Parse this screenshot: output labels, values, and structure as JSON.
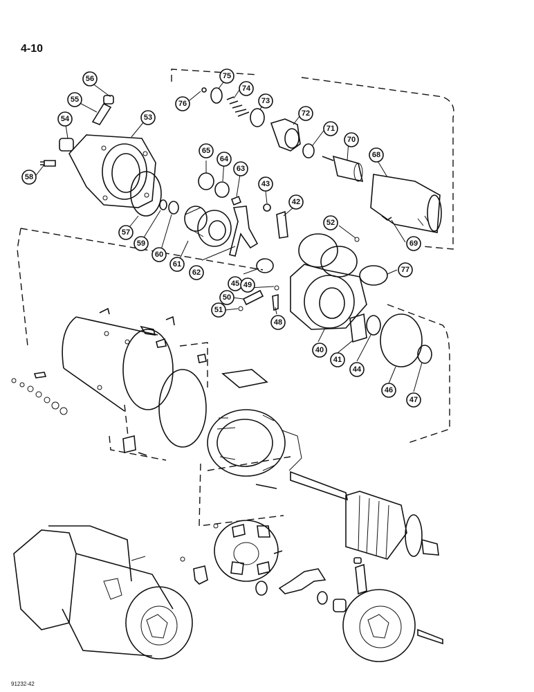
{
  "page_label": "4-10",
  "figure_code": "91232-42",
  "callouts": [
    "40",
    "41",
    "42",
    "43",
    "44",
    "45",
    "46",
    "47",
    "48",
    "49",
    "50",
    "51",
    "52",
    "53",
    "54",
    "55",
    "56",
    "57",
    "58",
    "59",
    "60",
    "61",
    "62",
    "63",
    "64",
    "65",
    "68",
    "69",
    "70",
    "71",
    "72",
    "73",
    "74",
    "75",
    "76",
    "77"
  ]
}
